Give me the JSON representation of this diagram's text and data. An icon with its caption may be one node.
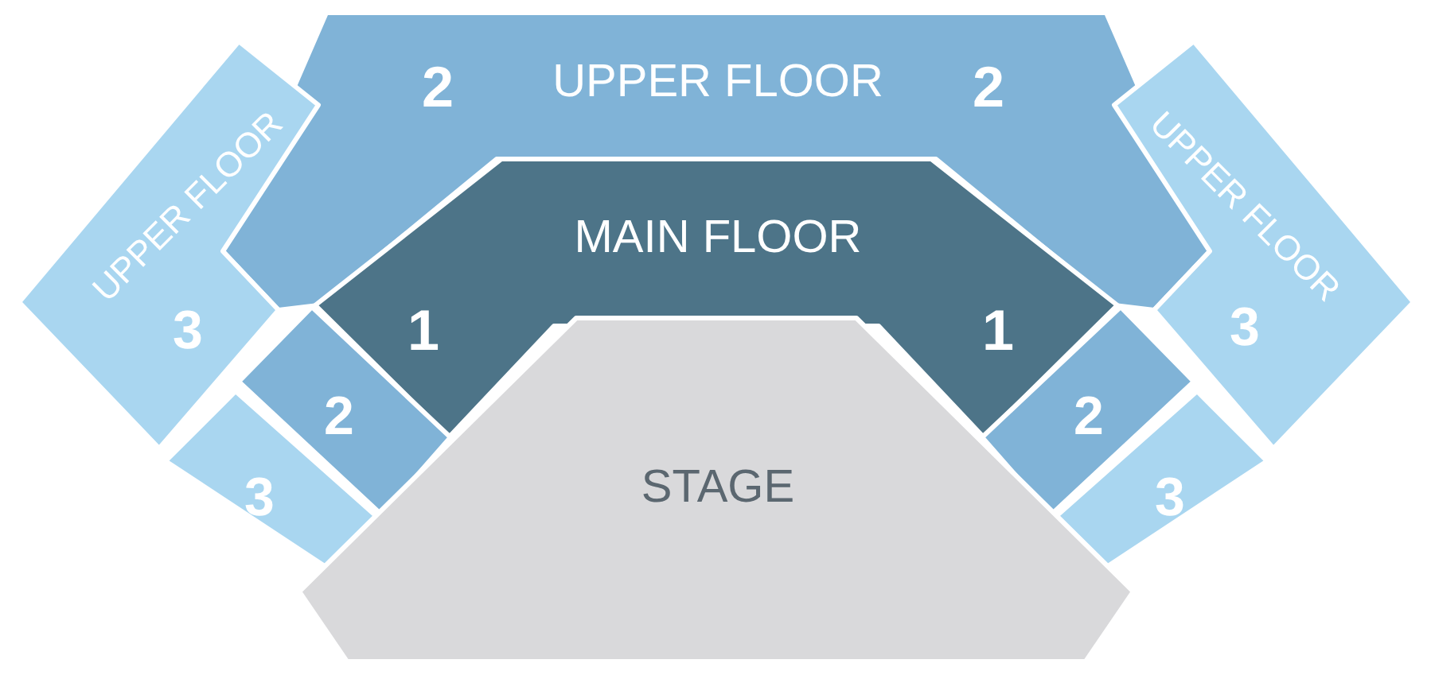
{
  "diagram": {
    "nodes": [
      {
        "text": [
          "2",
          "UPPER FLOOR",
          "2"
        ]
      },
      {
        "text": [
          "UPPER FLOOR",
          "3"
        ]
      },
      {
        "text": [
          "UPPER FLOOR",
          "3"
        ]
      },
      {
        "text": [
          "MAIN FLOOR",
          "1",
          "1"
        ]
      },
      {
        "text": [
          "2"
        ]
      },
      {
        "text": [
          "2"
        ]
      },
      {
        "text": [
          "3"
        ]
      },
      {
        "text": [
          "3"
        ]
      },
      {
        "text": [
          "STAGE"
        ]
      }
    ]
  }
}
